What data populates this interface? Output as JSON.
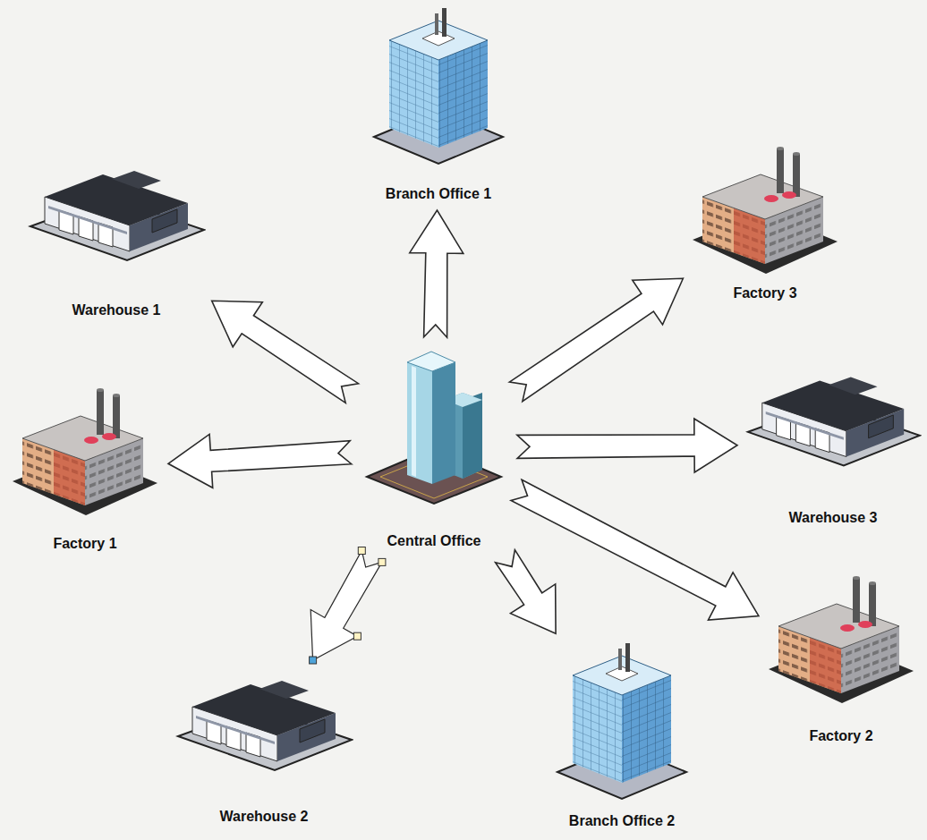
{
  "diagram": {
    "nodes": [
      {
        "text": [
          "Branch Office 1"
        ]
      },
      {
        "text": [
          "Warehouse 1"
        ]
      },
      {
        "text": [
          "Factory 3"
        ]
      },
      {
        "text": [
          "Factory 1"
        ]
      },
      {
        "text": [
          "Central Office"
        ]
      },
      {
        "text": [
          "Warehouse 3"
        ]
      },
      {
        "text": [
          "Factory 2"
        ]
      },
      {
        "text": [
          "Warehouse 2"
        ]
      },
      {
        "text": [
          "Branch Office 2"
        ]
      }
    ],
    "edges": [
      {
        "from": 4,
        "to": 0,
        "arrow": "to"
      },
      {
        "from": 4,
        "to": 1,
        "arrow": "to"
      },
      {
        "from": 4,
        "to": 2,
        "arrow": "to"
      },
      {
        "from": 4,
        "to": 3,
        "arrow": "to"
      },
      {
        "from": 4,
        "to": 5,
        "arrow": "to"
      },
      {
        "from": 4,
        "to": 6,
        "arrow": "to"
      },
      {
        "from": 4,
        "to": 7,
        "arrow": "to"
      },
      {
        "from": 4,
        "to": 8,
        "arrow": "to"
      }
    ]
  }
}
